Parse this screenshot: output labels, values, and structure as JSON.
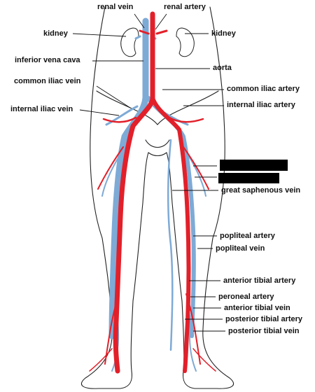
{
  "colors": {
    "artery": "#e2202a",
    "vein": "#7eaad6",
    "outline": "#222222",
    "redaction": "#000000",
    "background": "#ffffff"
  },
  "labels": {
    "renal_vein": "renal vein",
    "renal_artery": "renal artery",
    "kidney_left": "kidney",
    "kidney_right": "kidney",
    "inferior_vena_cava": "inferior vena cava",
    "aorta": "aorta",
    "common_iliac_vein": "common iliac vein",
    "common_iliac_artery": "common iliac artery",
    "internal_iliac_vein": "internal iliac vein",
    "internal_iliac_artery": "internal iliac artery",
    "great_saphenous_vein": "great saphenous vein",
    "popliteal_artery": "popliteal artery",
    "popliteal_vein": "popliteal vein",
    "anterior_tibial_artery": "anterior tibial artery",
    "peroneal_artery": "peroneal artery",
    "anterior_tibial_vein": "anterior tibial vein",
    "posterior_tibial_artery": "posterior tibial artery",
    "posterior_tibial_vein": "posterior tibial vein"
  }
}
